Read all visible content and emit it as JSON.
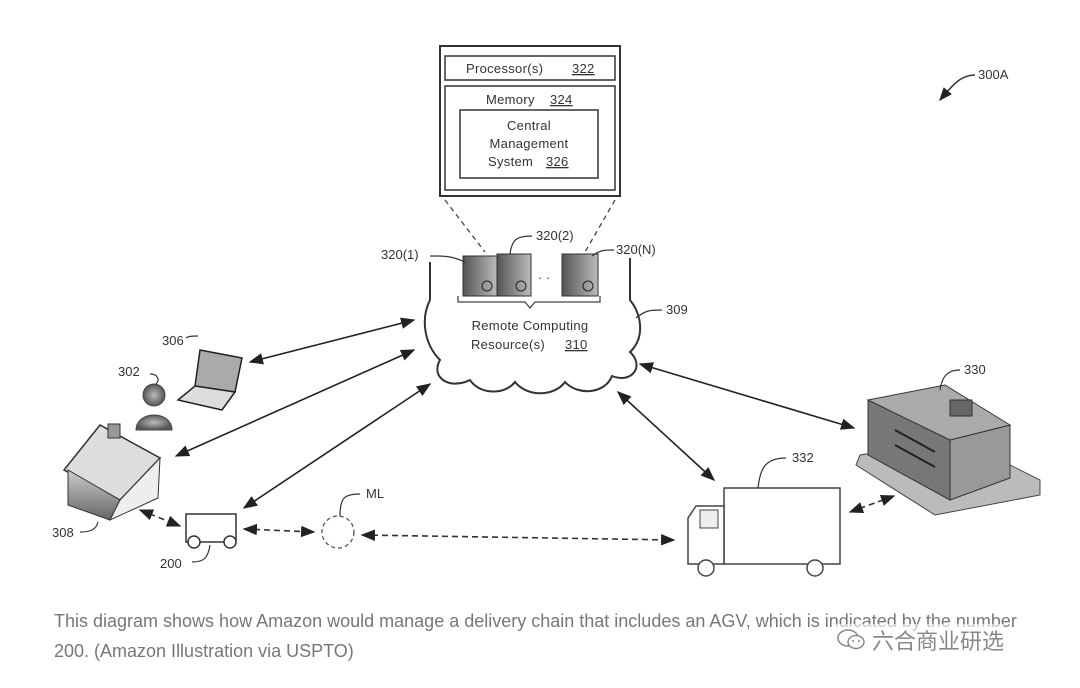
{
  "figure_id": "300A",
  "server_box": {
    "processor": {
      "text": "Processor(s)",
      "ref": "322"
    },
    "memory": {
      "text": "Memory",
      "ref": "324"
    },
    "cms": {
      "line1": "Central",
      "line2": "Management",
      "line3": "System",
      "ref": "326"
    }
  },
  "servers": [
    {
      "label": "320(1)"
    },
    {
      "label": "320(2)"
    },
    {
      "label": "320(N)"
    }
  ],
  "cloud": {
    "line1": "Remote Computing",
    "line2": "Resource(s)",
    "ref": "310",
    "label": "309"
  },
  "nodes": {
    "user": "302",
    "laptop": "306",
    "home": "308",
    "agv": "200",
    "ml": "ML",
    "truck": "332",
    "warehouse": "330"
  },
  "caption": {
    "text": "This diagram shows how Amazon would manage a delivery chain that includes an AGV, which is indicated by the number 200. (Amazon Illustration via USPTO)"
  },
  "watermark": {
    "text": "六合商业研选",
    "icon": "wechat-icon"
  }
}
